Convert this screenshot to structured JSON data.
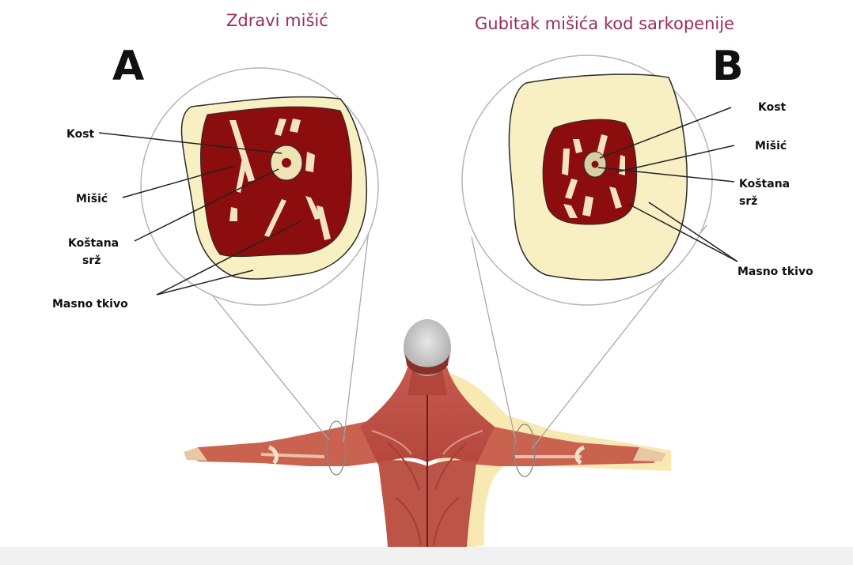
{
  "panels": {
    "left": {
      "letter": "A",
      "title": "Zdravi mišić",
      "labels": {
        "bone": "Kost",
        "muscle": "Mišić",
        "marrow_line1": "Koštana",
        "marrow_line2": "srž",
        "fat": "Masno tkivo"
      }
    },
    "right": {
      "letter": "B",
      "title": "Gubitak mišića kod sarkopenije",
      "labels": {
        "bone": "Kost",
        "muscle": "Mišić",
        "marrow_line1": "Koštana",
        "marrow_line2": "srž",
        "fat": "Masno tkivo"
      }
    }
  },
  "colors": {
    "muscle": "#8c0d0d",
    "fat": "#f8efc3",
    "bone": "#efe3b5",
    "marrow": "#8c0d0d",
    "title": "#9a2b5e",
    "body_muscle": "#c0524a",
    "body_fat_glow": "#f6e29a"
  }
}
